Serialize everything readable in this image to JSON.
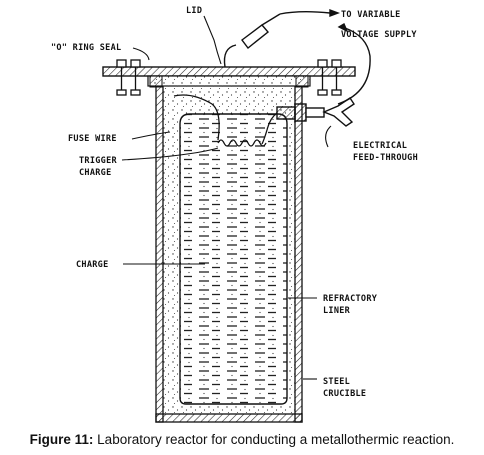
{
  "labels": {
    "lid": "LID",
    "to_variable": "TO VARIABLE",
    "voltage_supply": "VOLTAGE SUPPLY",
    "o_ring_seal": "\"O\" RING SEAL",
    "fuse_wire": "FUSE WIRE",
    "trigger": "TRIGGER",
    "charge_small": "CHARGE",
    "electrical": "ELECTRICAL",
    "feed_through": "FEED-THROUGH",
    "charge": "CHARGE",
    "refractory": "REFRACTORY",
    "liner": "LINER",
    "steel": "STEEL",
    "crucible": "CRUCIBLE"
  },
  "caption": {
    "prefix": "Figure 11:",
    "text": " Laboratory reactor for conducting a metallothermic reaction."
  }
}
